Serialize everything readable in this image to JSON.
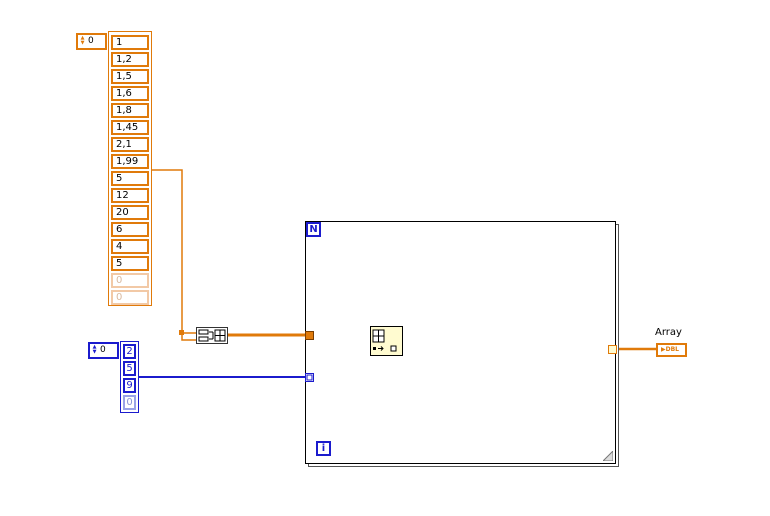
{
  "orange_array": {
    "index_value": "0",
    "elements": [
      "1",
      "1,2",
      "1,5",
      "1,6",
      "1,8",
      "1,45",
      "2,1",
      "1,99",
      "5",
      "12",
      "20",
      "6",
      "4",
      "5"
    ],
    "empty_elements": [
      "0",
      "0"
    ]
  },
  "blue_array": {
    "index_value": "0",
    "elements": [
      "2",
      "5",
      "9"
    ],
    "empty_elements": [
      "0"
    ]
  },
  "for_loop": {
    "count_terminal": "N",
    "iteration_terminal": "i"
  },
  "indicator": {
    "label": "Array",
    "type": "DBL"
  },
  "colors": {
    "orange": "#e07a0a",
    "blue": "#1b1bcd",
    "loop_border": "#000000",
    "function_fill": "#fffbd0"
  }
}
